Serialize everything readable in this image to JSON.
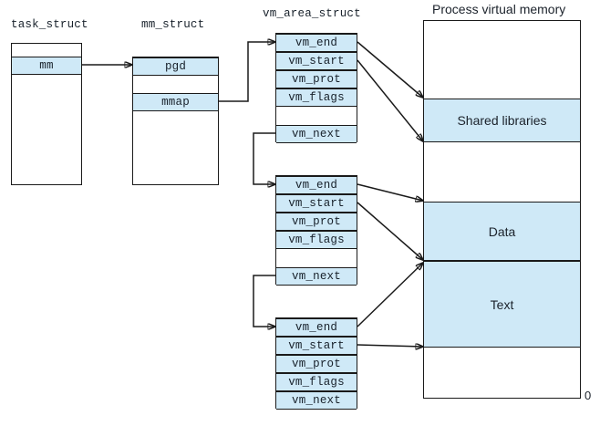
{
  "figure": {
    "title_task_struct": "task_struct",
    "title_mm_struct": "mm_struct",
    "title_vm_area_struct": "vm_area_struct",
    "title_process_memory": "Process virtual memory",
    "zero_label": "0",
    "fill_color": "#cfe9f7",
    "line_color": "#1a1a1a",
    "background": "#ffffff"
  },
  "task_struct": {
    "fields": [
      {
        "label": "",
        "filled": false
      },
      {
        "label": "mm",
        "filled": true
      },
      {
        "label": "",
        "filled": false
      }
    ]
  },
  "mm_struct": {
    "fields": [
      {
        "label": "pgd",
        "filled": true
      },
      {
        "label": "",
        "filled": false
      },
      {
        "label": "mmap",
        "filled": true
      },
      {
        "label": "",
        "filled": false
      }
    ]
  },
  "vm_area_structs": [
    {
      "name": "vma-1",
      "fields": [
        {
          "label": "vm_end",
          "filled": true
        },
        {
          "label": "vm_start",
          "filled": true
        },
        {
          "label": "vm_prot",
          "filled": true
        },
        {
          "label": "vm_flags",
          "filled": true
        },
        {
          "label": "",
          "filled": false
        },
        {
          "label": "vm_next",
          "filled": true
        }
      ]
    },
    {
      "name": "vma-2",
      "fields": [
        {
          "label": "vm_end",
          "filled": true
        },
        {
          "label": "vm_start",
          "filled": true
        },
        {
          "label": "vm_prot",
          "filled": true
        },
        {
          "label": "vm_flags",
          "filled": true
        },
        {
          "label": "",
          "filled": false
        },
        {
          "label": "vm_next",
          "filled": true
        }
      ]
    },
    {
      "name": "vma-3",
      "fields": [
        {
          "label": "vm_end",
          "filled": true
        },
        {
          "label": "vm_start",
          "filled": true
        },
        {
          "label": "vm_prot",
          "filled": true
        },
        {
          "label": "vm_flags",
          "filled": true
        },
        {
          "label": "vm_next",
          "filled": true
        }
      ]
    }
  ],
  "process_memory": {
    "regions": [
      {
        "label": "",
        "filled": false
      },
      {
        "label": "Shared libraries",
        "filled": true
      },
      {
        "label": "",
        "filled": false
      },
      {
        "label": "Data",
        "filled": true
      },
      {
        "label": "Text",
        "filled": true
      },
      {
        "label": "",
        "filled": false
      }
    ]
  }
}
